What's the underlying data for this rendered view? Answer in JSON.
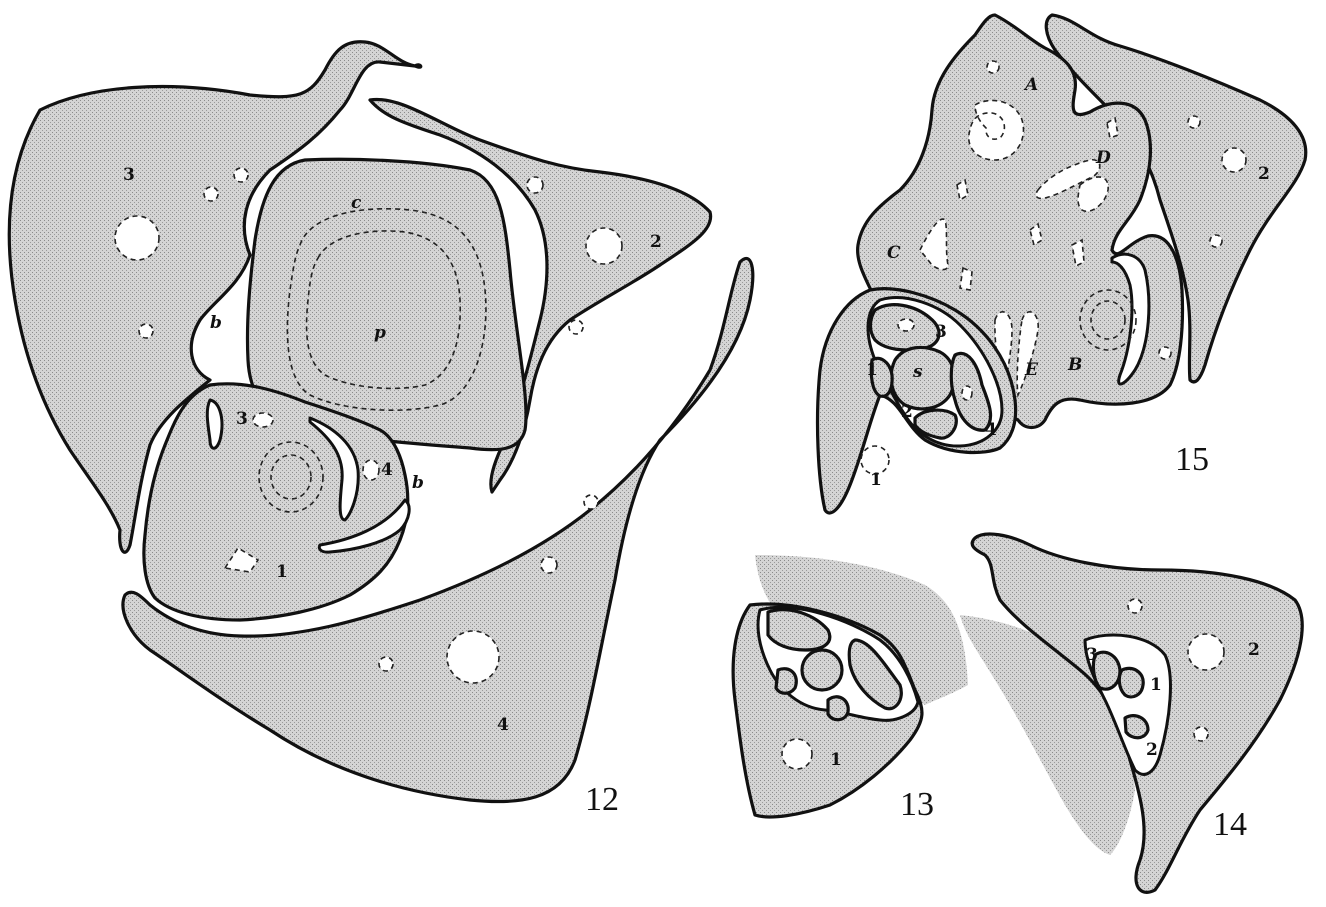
{
  "figures": {
    "fig12": {
      "number": "12",
      "labels": {
        "n1": "1",
        "n2": "2",
        "n3": "3",
        "n4": "4",
        "n3_inner": "3",
        "n4_inner": "4",
        "b_upper": "b",
        "b_lower": "b",
        "c": "c",
        "p": "p"
      }
    },
    "fig13": {
      "number": "13",
      "labels": {
        "n1": "1"
      }
    },
    "fig14": {
      "number": "14",
      "labels": {
        "n1": "1",
        "n2": "2",
        "n3": "3",
        "n2_inner": "2"
      }
    },
    "fig15": {
      "number": "15",
      "labels": {
        "A": "A",
        "B": "B",
        "C": "C",
        "D": "D",
        "E": "E",
        "s": "s",
        "n1_outer": "1",
        "n1_inner": "1",
        "n2_outer": "2",
        "n2_inner": "2",
        "n3": "3",
        "n4": "4"
      }
    }
  },
  "colors": {
    "ink": "#111111",
    "stipple": "#cfcfcf",
    "paper": "#ffffff"
  }
}
